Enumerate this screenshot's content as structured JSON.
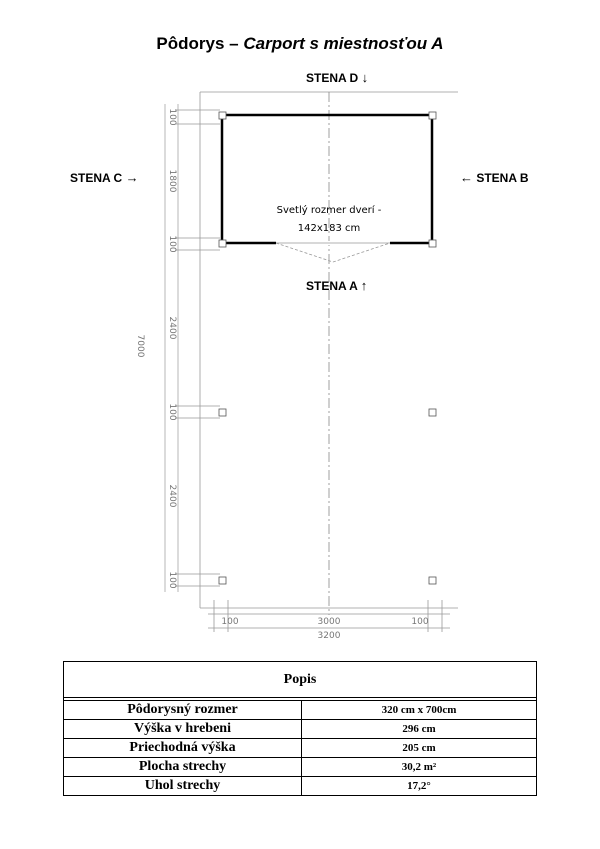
{
  "title": {
    "main": "Pôdorys – ",
    "sub": "Carport s miestnosťou A"
  },
  "walls": {
    "a": {
      "label": "STENA A",
      "arrow": "↑"
    },
    "b": {
      "label": "STENA B",
      "arrow": "←"
    },
    "c": {
      "label": "STENA C",
      "arrow": "→"
    },
    "d": {
      "label": "STENA D",
      "arrow": "↓"
    }
  },
  "door_note": {
    "line1": "Svetlý rozmer dverí -",
    "line2": "142x183 cm"
  },
  "dimensions": {
    "left_segments": [
      "100",
      "1800",
      "100",
      "2400",
      "100",
      "2400",
      "100"
    ],
    "left_total": "7000",
    "bottom_segments": [
      "100",
      "3000",
      "100"
    ],
    "bottom_total": "3200"
  },
  "table": {
    "title": "Popis",
    "rows": [
      {
        "label": "Pôdorysný rozmer",
        "value": "320 cm x 700cm"
      },
      {
        "label": "Výška v hrebeni",
        "value": "296 cm"
      },
      {
        "label": "Priechodná výška",
        "value": "205 cm"
      },
      {
        "label": "Plocha strechy",
        "value": "30,2  m²"
      },
      {
        "label": "Uhol strechy",
        "value": "17,2°"
      }
    ]
  }
}
